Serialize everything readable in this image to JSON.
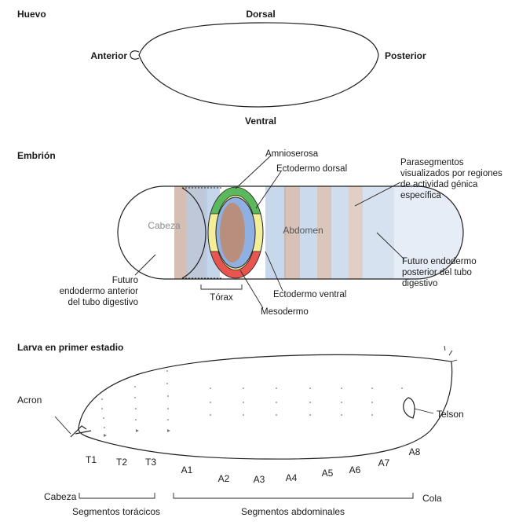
{
  "colors": {
    "stripe_brown": "#c8a898",
    "stripe_blue": "#b6cbe6",
    "amnioserosa_green": "#5cb85c",
    "mesoderm_red": "#e8554e",
    "ectoderm_yellow": "#f2ee9a",
    "inner_blue": "#8fb0e0",
    "inner_brown": "#b88e7c"
  },
  "egg": {
    "title": "Huevo",
    "dorsal": "Dorsal",
    "ventral": "Ventral",
    "anterior": "Anterior",
    "posterior": "Posterior"
  },
  "embryo": {
    "title": "Embrión",
    "head": "Cabeza",
    "abdomen": "Abdomen",
    "thorax": "Tórax",
    "amnioserosa": "Amnioserosa",
    "dorsal_ectoderm": "Ectodermo dorsal",
    "ventral_ectoderm": "Ectodermo ventral",
    "mesoderm": "Mesodermo",
    "anterior_endoderm": [
      "Futuro",
      "endodermo anterior",
      "del tubo digestivo"
    ],
    "posterior_endoderm": [
      "Futuro endodermo",
      "posterior del tubo",
      "digestivo"
    ],
    "parasegments": [
      "Parasegmentos",
      "visualizados por regiones",
      "de actividad génica",
      "específica"
    ]
  },
  "larva": {
    "title": "Larva en primer estadio",
    "acron": "Acron",
    "telson": "Telson",
    "thoracic_segments": [
      "T1",
      "T2",
      "T3"
    ],
    "abdominal_segments": [
      "A1",
      "A2",
      "A3",
      "A4",
      "A5",
      "A6",
      "A7",
      "A8"
    ],
    "head": "Cabeza",
    "tail": "Cola",
    "thoracic_label": "Segmentos torácicos",
    "abdominal_label": "Segmentos abdominales"
  }
}
